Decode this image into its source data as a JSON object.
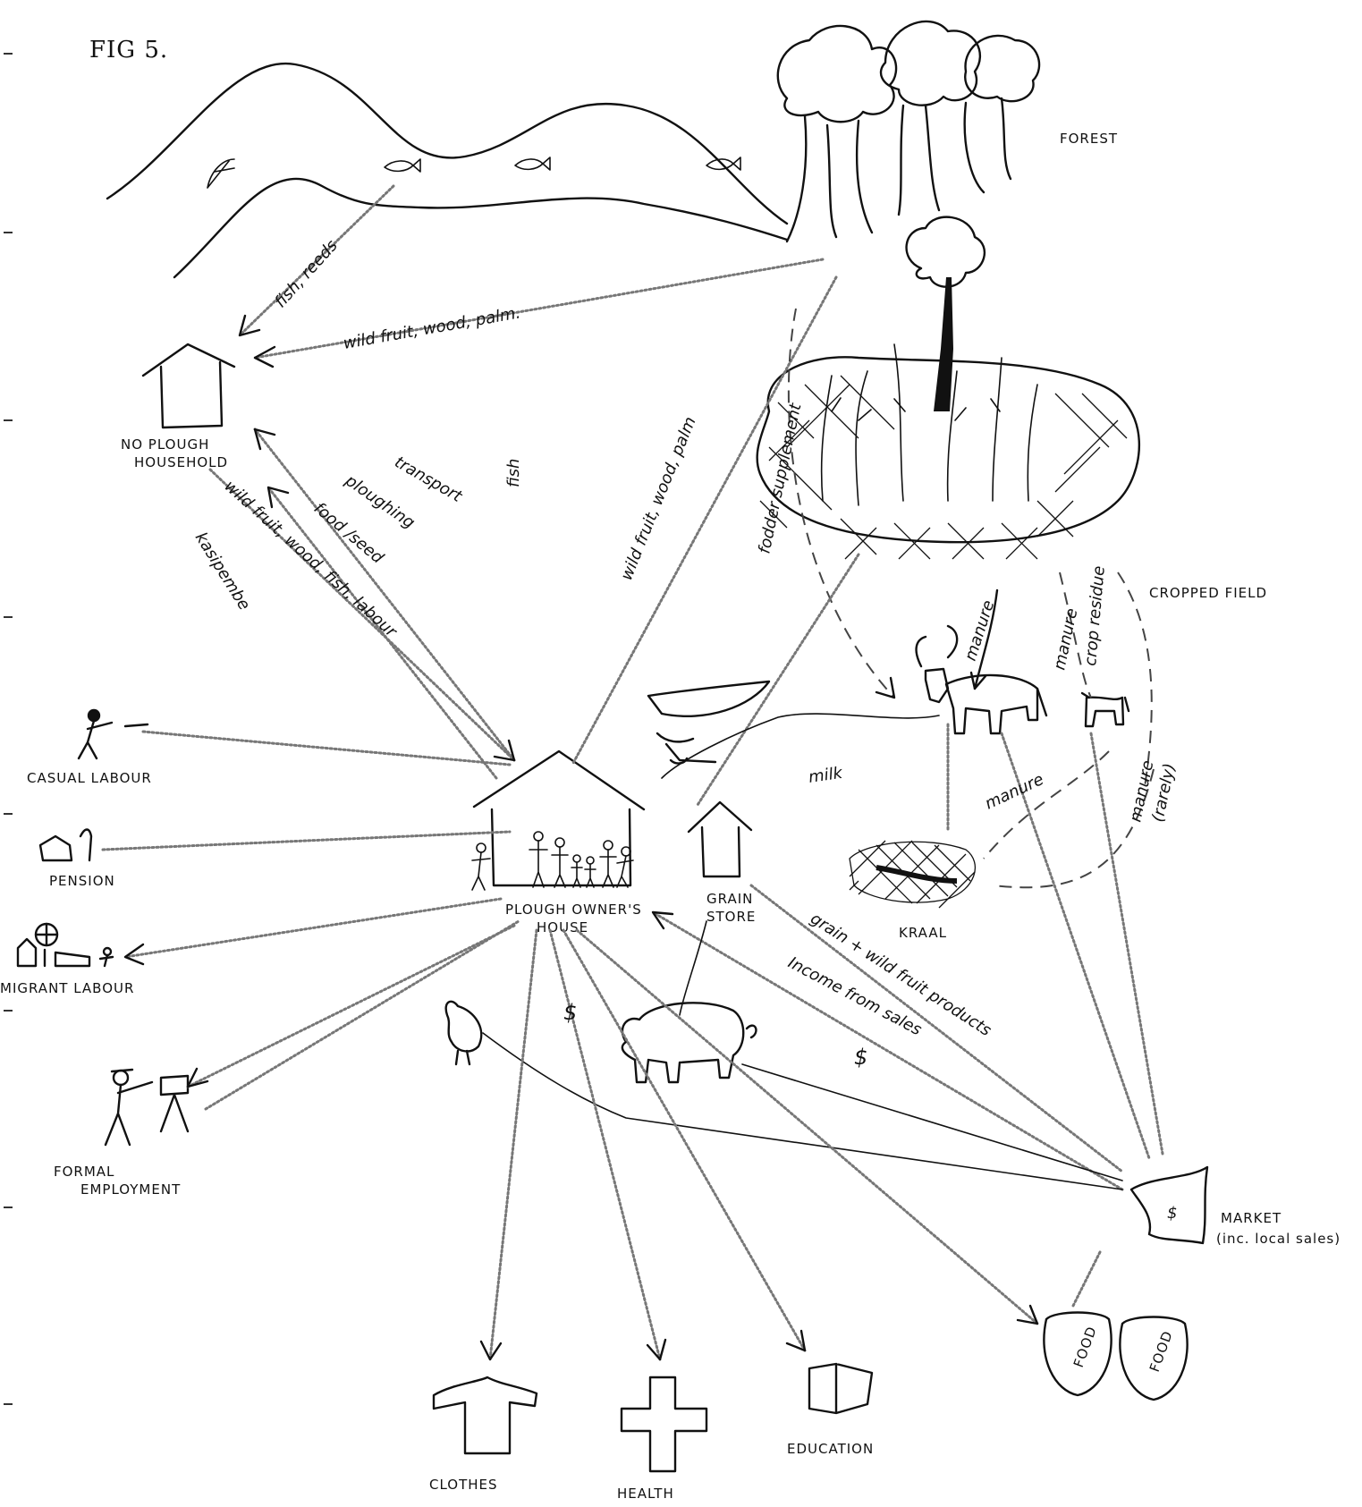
{
  "figure": {
    "title": "FIG 5."
  },
  "nodes": {
    "forest": "FOREST",
    "no_plough_household": [
      "NO PLOUGH",
      "HOUSEHOLD"
    ],
    "cropped_field": "CROPPED FIELD",
    "casual_labour": "CASUAL LABOUR",
    "pension": "PENSION",
    "migrant_labour": "MIGRANT LABOUR",
    "formal_employment": [
      "FORMAL",
      "EMPLOYMENT"
    ],
    "plough_owners_house": [
      "PLOUGH OWNER'S",
      "HOUSE"
    ],
    "grain_store": [
      "GRAIN",
      "STORE"
    ],
    "kraal": "KRAAL",
    "market": [
      "MARKET",
      "(inc. local sales)"
    ],
    "clothes": "CLOTHES",
    "health": "HEALTH",
    "education": "EDUCATION",
    "food_1": "FOOD",
    "food_2": "FOOD"
  },
  "flows": {
    "fish_reeds": "fish, reeds",
    "wild_fruit_wood_palm_top": "wild fruit, wood, palm.",
    "transport": "transport",
    "fish": "fish",
    "ploughing": "ploughing",
    "food_seed": "food /seed",
    "wild_fruit_wood_fish_labour": "wild fruit, wood, fish, labour",
    "kasipembe": "kasipembe",
    "wild_fruit_wood_palm_mid": "wild fruit, wood, palm",
    "fodder_supplement": "fodder supplement",
    "manure_1": "manure",
    "manure_2": "manure",
    "crop_residue": "crop residue",
    "milk": "milk",
    "manure_3": "manure",
    "manure_rarely": [
      "manure",
      "(rarely)"
    ],
    "grain_wild_fruit_products": "grain + wild fruit products",
    "income_from_sales": "Income from sales",
    "dollar_1": "$",
    "dollar_2": "$",
    "dollar_market": "$"
  }
}
